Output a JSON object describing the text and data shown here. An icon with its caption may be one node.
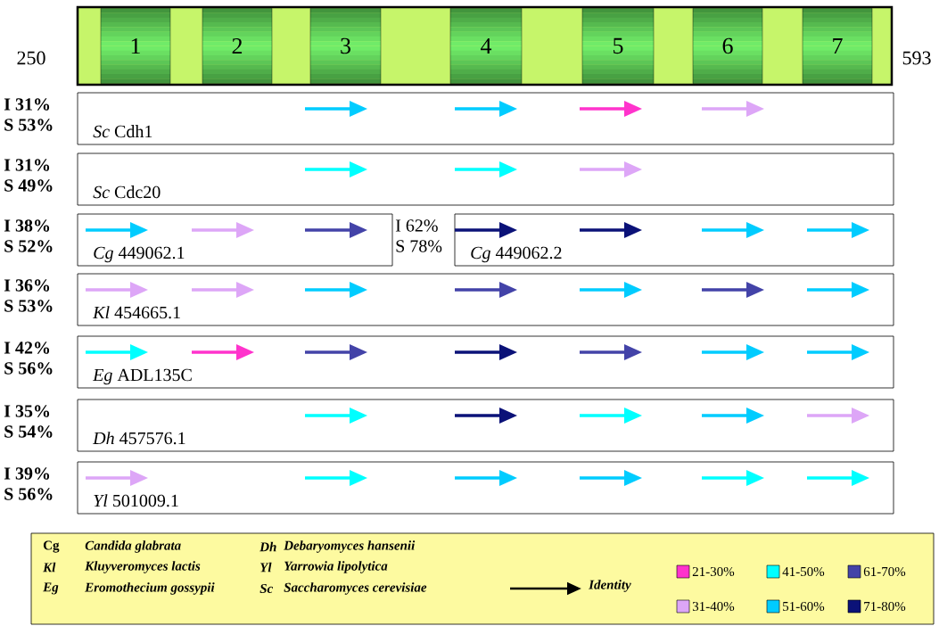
{
  "diagram": {
    "nodes": [
      {
        "text": [],
        "shape": "bar"
      },
      {
        "text": [
          "1"
        ],
        "in": 0
      },
      {
        "text": [
          "2"
        ],
        "in": 0
      },
      {
        "text": [
          "3"
        ],
        "in": 0
      },
      {
        "text": [
          "4"
        ],
        "in": 0
      },
      {
        "text": [
          "5"
        ],
        "in": 0
      },
      {
        "text": [
          "6"
        ],
        "in": 0
      },
      {
        "text": [
          "7"
        ],
        "in": 0
      },
      {
        "text": [
          "*Sc* Cdh1"
        ],
        "beside": [
          "I 31%",
          "S 53%"
        ]
      },
      {
        "text": [
          "*Sc* Cdc20"
        ],
        "beside": [
          "I 31%",
          "S 49%"
        ]
      },
      {
        "text": [
          "*Cg* 449062.1"
        ],
        "beside": [
          "I 38%",
          "S 52%"
        ]
      },
      {
        "text": [
          "*Cg* 449062.2"
        ],
        "beside": [
          "I 62%",
          "S 78%"
        ]
      },
      {
        "text": [
          "*Kl* 454665.1"
        ],
        "beside": [
          "I 36%",
          "S 53%"
        ]
      },
      {
        "text": [
          "*Eg* ADL135C"
        ],
        "beside": [
          "I 42%",
          "S 56%"
        ]
      },
      {
        "text": [
          "*Dh* 457576.1"
        ],
        "beside": [
          "I 35%",
          "S 54%"
        ]
      },
      {
        "text": [
          "*Yl* 501009.1"
        ],
        "beside": [
          "I 39%",
          "S 56%"
        ]
      },
      {
        "text": [],
        "shape": "arrow",
        "in": 8
      },
      {
        "text": [],
        "shape": "arrow",
        "in": 8
      },
      {
        "text": [],
        "shape": "arrow",
        "in": 8
      },
      {
        "text": [],
        "shape": "arrow",
        "in": 8
      },
      {
        "text": [],
        "shape": "arrow",
        "in": 9
      },
      {
        "text": [],
        "shape": "arrow",
        "in": 9
      },
      {
        "text": [],
        "shape": "arrow",
        "in": 9
      },
      {
        "text": [],
        "shape": "arrow",
        "in": 10
      },
      {
        "text": [],
        "shape": "arrow",
        "in": 10
      },
      {
        "text": [],
        "shape": "arrow",
        "in": 10
      },
      {
        "text": [],
        "shape": "arrow",
        "in": 11
      },
      {
        "text": [],
        "shape": "arrow",
        "in": 11
      },
      {
        "text": [],
        "shape": "arrow",
        "in": 11
      },
      {
        "text": [],
        "shape": "arrow",
        "in": 11
      },
      {
        "text": [],
        "shape": "arrow",
        "in": 12
      },
      {
        "text": [],
        "shape": "arrow",
        "in": 12
      },
      {
        "text": [],
        "shape": "arrow",
        "in": 12
      },
      {
        "text": [],
        "shape": "arrow",
        "in": 12
      },
      {
        "text": [],
        "shape": "arrow",
        "in": 12
      },
      {
        "text": [],
        "shape": "arrow",
        "in": 12
      },
      {
        "text": [],
        "shape": "arrow",
        "in": 12
      },
      {
        "text": [],
        "shape": "arrow",
        "in": 13
      },
      {
        "text": [],
        "shape": "arrow",
        "in": 13
      },
      {
        "text": [],
        "shape": "arrow",
        "in": 13
      },
      {
        "text": [],
        "shape": "arrow",
        "in": 13
      },
      {
        "text": [],
        "shape": "arrow",
        "in": 13
      },
      {
        "text": [],
        "shape": "arrow",
        "in": 13
      },
      {
        "text": [],
        "shape": "arrow",
        "in": 13
      },
      {
        "text": [],
        "shape": "arrow",
        "in": 14
      },
      {
        "text": [],
        "shape": "arrow",
        "in": 14
      },
      {
        "text": [],
        "shape": "arrow",
        "in": 14
      },
      {
        "text": [],
        "shape": "arrow",
        "in": 14
      },
      {
        "text": [],
        "shape": "arrow",
        "in": 14
      },
      {
        "text": [],
        "shape": "arrow",
        "in": 15
      },
      {
        "text": [],
        "shape": "arrow",
        "in": 15
      },
      {
        "text": [],
        "shape": "arrow",
        "in": 15
      },
      {
        "text": [],
        "shape": "arrow",
        "in": 15
      },
      {
        "text": [],
        "shape": "arrow",
        "in": 15
      },
      {
        "text": [],
        "shape": "arrow",
        "in": 15
      }
    ],
    "labels": [
      "250",
      "593",
      "Cg",
      "Candida glabrata",
      "Dh",
      "Debaryomyces hansenii",
      "Kl",
      "Kluyveromyces lactis",
      "Yl",
      "Yarrowia lipolytica",
      "Eg",
      "Eromothecium gossypii",
      "Sc",
      "Saccharomyces cerevisiae"
    ],
    "legend": [
      {
        "text": "Identity"
      },
      {
        "text": "21-30%",
        "color": "#ff33cc"
      },
      {
        "text": "41-50%",
        "color": "#00ffff"
      },
      {
        "text": "61-70%",
        "color": "#4343a8"
      },
      {
        "text": "31-40%",
        "color": "#dda6f7"
      },
      {
        "text": "51-60%",
        "color": "#00ccff"
      },
      {
        "text": "71-80%",
        "color": "#0b1278"
      }
    ]
  }
}
